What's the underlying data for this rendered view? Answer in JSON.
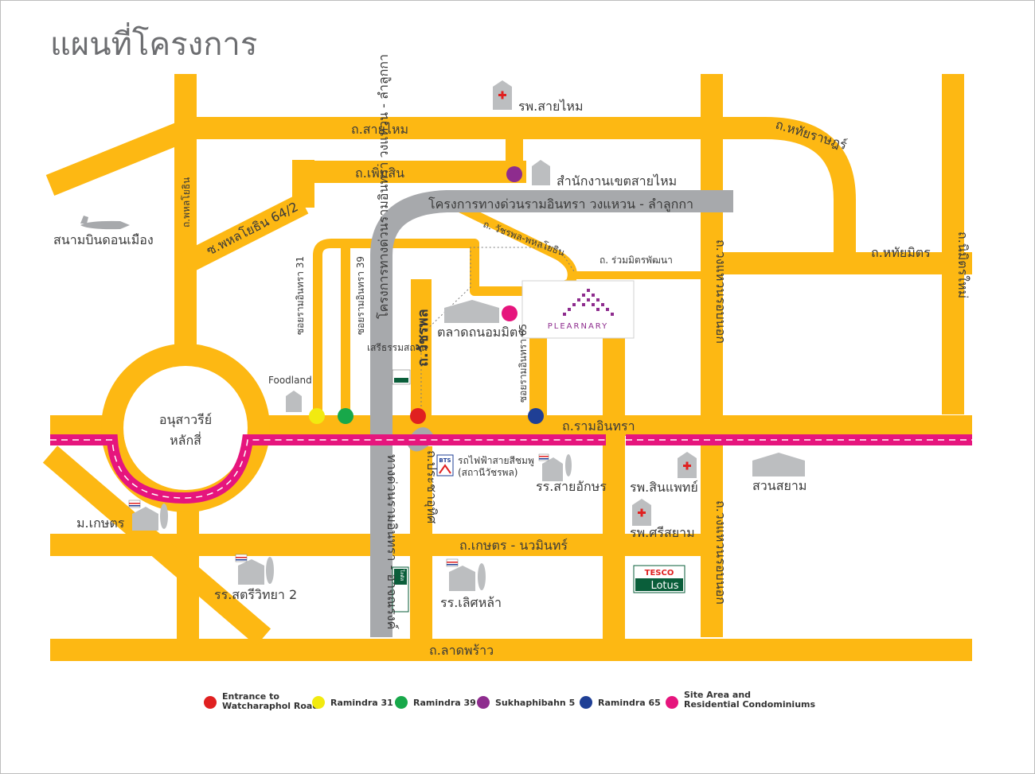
{
  "title": "แผนที่โครงการ",
  "colors": {
    "road": "#FDB813",
    "expressway": "#A7A9AC",
    "rail": "#E6157D",
    "building": "#BCBEC0",
    "text": "#3a3a3a",
    "marker_entrance": "#E02020",
    "marker_ramindra31": "#F2EA10",
    "marker_ramindra39": "#18A84A",
    "marker_sukhaphibahn5": "#8E2C8E",
    "marker_ramindra65": "#1F3F95",
    "marker_site": "#E6157D"
  },
  "roads": {
    "sai_mai": "ถ.สายไหม",
    "hathai_rat": "ถ.หทัยราษฎร์",
    "phoem_sin": "ถ.เพิ่มสิน",
    "phahon_yothin": "ถ.พหลโยธิน",
    "soi_phahon_64_2": "ซ.พหลโยธิน 64/2",
    "expressway_ring": "โครงการทางด่วนรามอินทรา วงแหวน - ลำลูกกา",
    "watcharaphol_phahon": "ถ. วัชรพล-พหลโยธิน",
    "ruam_mit_phatthana": "ถ. ร่วมมิตรพัฒนา",
    "soi_ramindra_31": "ซอยรามอินทรา 31",
    "soi_ramindra_39": "ซอยรามอินทรา 39",
    "watcharaphol": "ถ.วัชรพล",
    "soi_ramindra_65": "ซอยรามอินทรา 65",
    "ramindra": "ถ.รามอินทรา",
    "outer_ring_upper": "ถ.วงแหวนรอบนอก",
    "outer_ring_lower": "ถ.วงแหวนรอบนอก",
    "hathai_mit": "ถ.หทัยมิตร",
    "nimit_mai": "ถ.นิมิตรใหม่",
    "kaset_nawamin": "ถ.เกษตร - นวมินทร์",
    "lat_phrao": "ถ.ลาดพร้าว",
    "prachauthit": "ถ.ประชาอุทิศ",
    "expressway_at_narong": "ทางด่วนรามอินทรา - อาจณรงค์"
  },
  "places": {
    "sai_mai_hospital": "รพ.สายไหม",
    "sai_mai_district_office": "สำนักงานเขตสายไหม",
    "don_mueang_airport": "สนามบินดอนเมือง",
    "foodland": "Foodland",
    "monument_line1": "อนุสาวรีย์",
    "monument_line2": "หลักสี่",
    "tanon_mit_market": "ตลาดถนอมมิตร",
    "sriwararam": "เสรีธรรมสถาน",
    "pink_line_line1": "รถไฟฟ้าสายสีชมพู",
    "pink_line_line2": "(สถานีวัชรพล)",
    "bts_badge": "BTS",
    "sai_akson_school": "รร.สายอักษร",
    "sin_phaet_hospital": "รพ.สินแพทย์",
    "si_sayam_hospital": "รพ.ศรีสยาม",
    "suan_siam": "สวนสยาม",
    "kasetsart": "ม.เกษตร",
    "satri_witthaya_2": "รร.สตรีวิทยา 2",
    "loet_la_school": "รร.เลิศหล้า",
    "tesco_brand": "TESCO",
    "lotus_brand": "Lotus",
    "tesco_small_brand": "โลตัส",
    "plearnary_logo": "PLEARNARY"
  },
  "legend": [
    {
      "line1": "Entrance to",
      "line2": "Watcharaphol Road",
      "color": "#E02020"
    },
    {
      "line1": "Ramindra 31",
      "line2": "",
      "color": "#F2EA10"
    },
    {
      "line1": "Ramindra 39",
      "line2": "",
      "color": "#18A84A"
    },
    {
      "line1": "Sukhaphibahn 5",
      "line2": "",
      "color": "#8E2C8E"
    },
    {
      "line1": "Ramindra 65",
      "line2": "",
      "color": "#1F3F95"
    },
    {
      "line1": "Site Area and",
      "line2": "Residential Condominiums",
      "color": "#E6157D"
    }
  ]
}
